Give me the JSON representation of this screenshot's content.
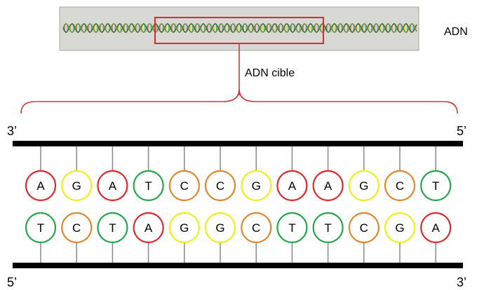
{
  "labels": {
    "dna": "ADN",
    "target_dna": "ADN cible",
    "top_left_end": "3’",
    "top_right_end": "5’",
    "bottom_left_end": "5’",
    "bottom_right_end": "3’"
  },
  "strands": {
    "top": [
      "A",
      "G",
      "A",
      "T",
      "C",
      "C",
      "G",
      "A",
      "A",
      "G",
      "C",
      "T"
    ],
    "bottom": [
      "T",
      "C",
      "T",
      "A",
      "G",
      "G",
      "C",
      "T",
      "T",
      "C",
      "G",
      "A"
    ]
  },
  "base_colors": {
    "A": "#e3262b",
    "T": "#22a84a",
    "G": "#eef01c",
    "C": "#e5862b"
  },
  "colors": {
    "highlight_box": "#e3262b",
    "bracket": "#d9343a",
    "strand_bar": "#000000",
    "connector": "#888888",
    "dna_panel_bg": "#d8d8d5"
  }
}
